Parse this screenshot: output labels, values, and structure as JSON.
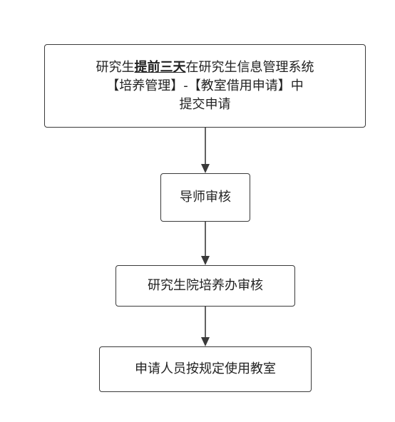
{
  "flowchart": {
    "step1": {
      "line1_pre": "研究生",
      "line1_emph": "提前三天",
      "line1_post": "在研究生信息管理系统",
      "line2": "【培养管理】-【教室借用申请】中",
      "line3": "提交申请"
    },
    "step2": "导师审核",
    "step3": "研究生院培养办审核",
    "step4": "申请人员按规定使用教室"
  },
  "colors": {
    "stroke": "#3a3a3a",
    "background": "#ffffff"
  }
}
